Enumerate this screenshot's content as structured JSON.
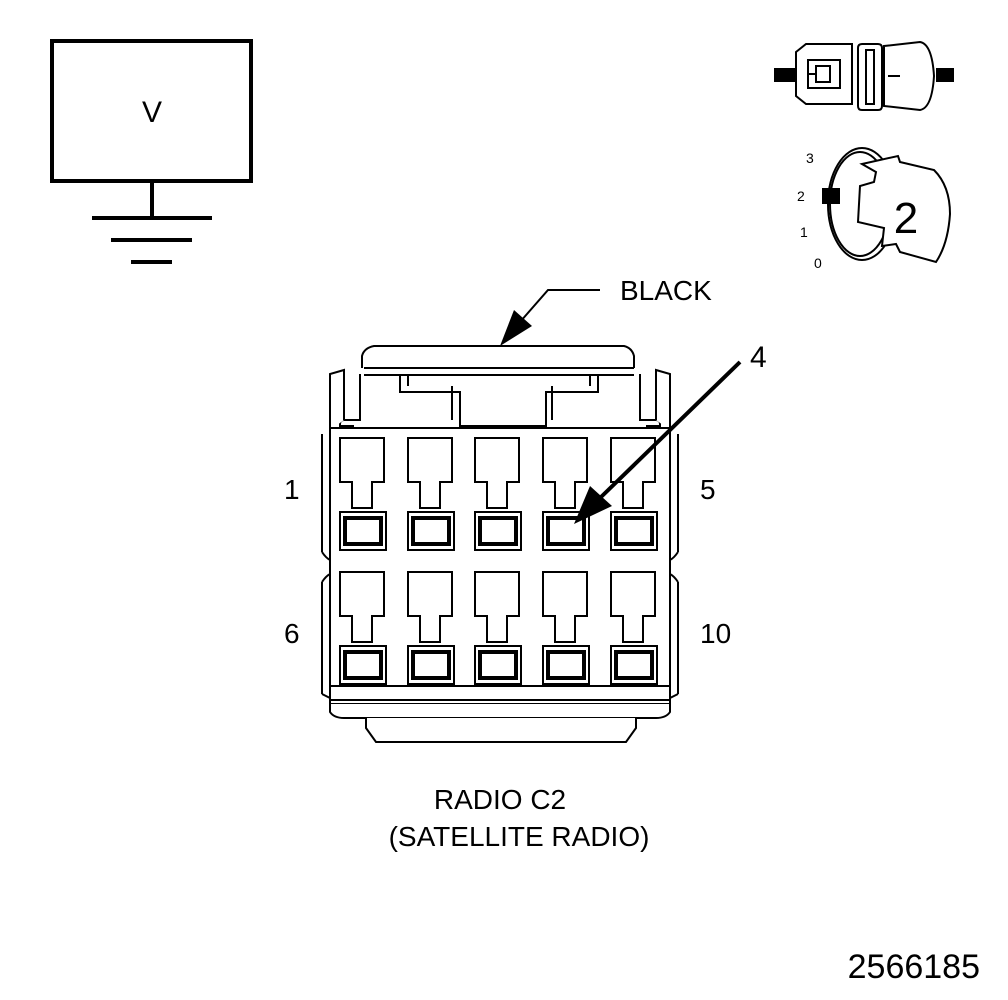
{
  "meter": {
    "symbol": "V"
  },
  "selector": {
    "positions": [
      "0",
      "1",
      "2",
      "3"
    ],
    "selected": "2"
  },
  "connector": {
    "color_label": "BLACK",
    "pin_callout": "4",
    "row1_left_pin": "1",
    "row1_right_pin": "5",
    "row2_left_pin": "6",
    "row2_right_pin": "10",
    "title": "RADIO C2",
    "subtitle": "(SATELLITE RADIO)"
  },
  "figure_id": "2566185"
}
